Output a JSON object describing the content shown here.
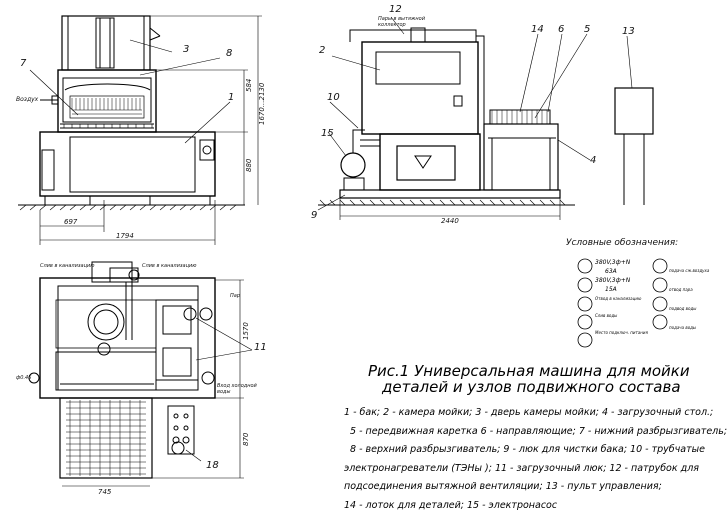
{
  "callouts": {
    "n1": "1",
    "n2": "2",
    "n3": "3",
    "n4": "4",
    "n5": "5",
    "n6": "6",
    "n7": "7",
    "n8": "8",
    "n9": "9",
    "n10": "10",
    "n11": "11",
    "n12": "12",
    "n13": "13",
    "n14": "14",
    "n15": "15",
    "n18": "18"
  },
  "dimensions": {
    "front_width": "1794",
    "front_half": "697",
    "front_h1": "584",
    "front_h2": "1670...2130",
    "front_h3": "880",
    "side_width": "2440",
    "plan_height": "1570",
    "plan_h2": "870",
    "plan_tray": "745"
  },
  "notes": {
    "air": "Воздух",
    "vent": "Пары в вытяжной коллектор",
    "water_in1": "Слив в канализацию",
    "water_in2": "Слив в канализацию",
    "steam": "Пар",
    "cold_water": "Вход холодной воды",
    "side_lbl": "ф0.45"
  },
  "legend": {
    "title": "Условные обозначения:",
    "items": [
      {
        "label": "380V,3ф+N",
        "sub": "63A"
      },
      {
        "label": "380V,3ф+N",
        "sub": "15A"
      },
      {
        "label": "Отвод в канализацию"
      },
      {
        "label": "Слив воды"
      },
      {
        "label": "Место подключ. питания"
      },
      {
        "label": "подача сж.воздуха"
      },
      {
        "label": "отвод пара"
      },
      {
        "label": "подвод воды"
      },
      {
        "label": "подача воды"
      }
    ]
  },
  "caption": {
    "line1": "Рис.1 Универсальная машина для мойки",
    "line2": "деталей  и узлов подвижного состава"
  },
  "description": [
    "1 -  бак; 2 - камера мойки; 3 - дверь камеры мойки; 4 - загрузочный стол.;",
    "5 - передвижная каретка   6 - направляющие;  7 - нижний разбрызгиватель;",
    "8 - верхний разбрызгиватель; 9 - люк для чистки бака;    10 - трубчатые",
    "электронагреватели (ТЭНы );  11 - загрузочный люк;   12 - патрубок для",
    "подсоединения вытяжной вентиляции;  13 - пульт управления;",
    "14 - лоток для деталей;  15 - электронасос"
  ]
}
